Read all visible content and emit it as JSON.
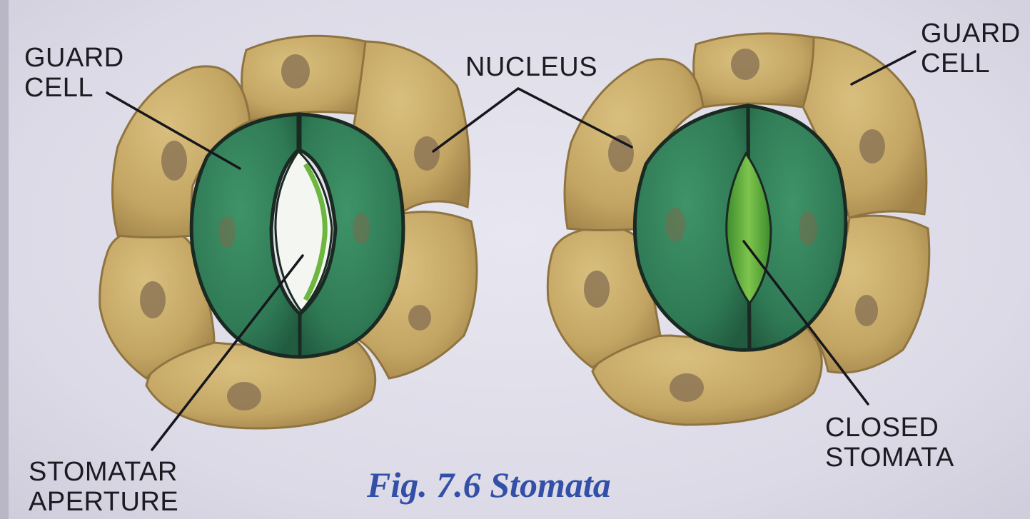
{
  "labels": {
    "guard_cell_left": [
      "GUARD",
      "CELL"
    ],
    "nucleus": "NUCLEUS",
    "guard_cell_right": [
      "GUARD",
      "CELL"
    ],
    "stomatal_aperture": [
      "STOMATAR",
      "APERTURE"
    ],
    "closed_stomata": [
      "CLOSED",
      "STOMATA"
    ]
  },
  "caption": "Fig. 7.6 Stomata",
  "colors": {
    "epidermal_cell": "#c4a664",
    "epidermal_cell_dark": "#8f7440",
    "nucleus": "#8d7656",
    "guard_cell": "#2f7a55",
    "guard_cell_light": "#3f9368",
    "aperture_open": "#f4f6f2",
    "aperture_closed": "#5fae3c",
    "outline": "#1a2a22",
    "caption": "#3350a8"
  }
}
